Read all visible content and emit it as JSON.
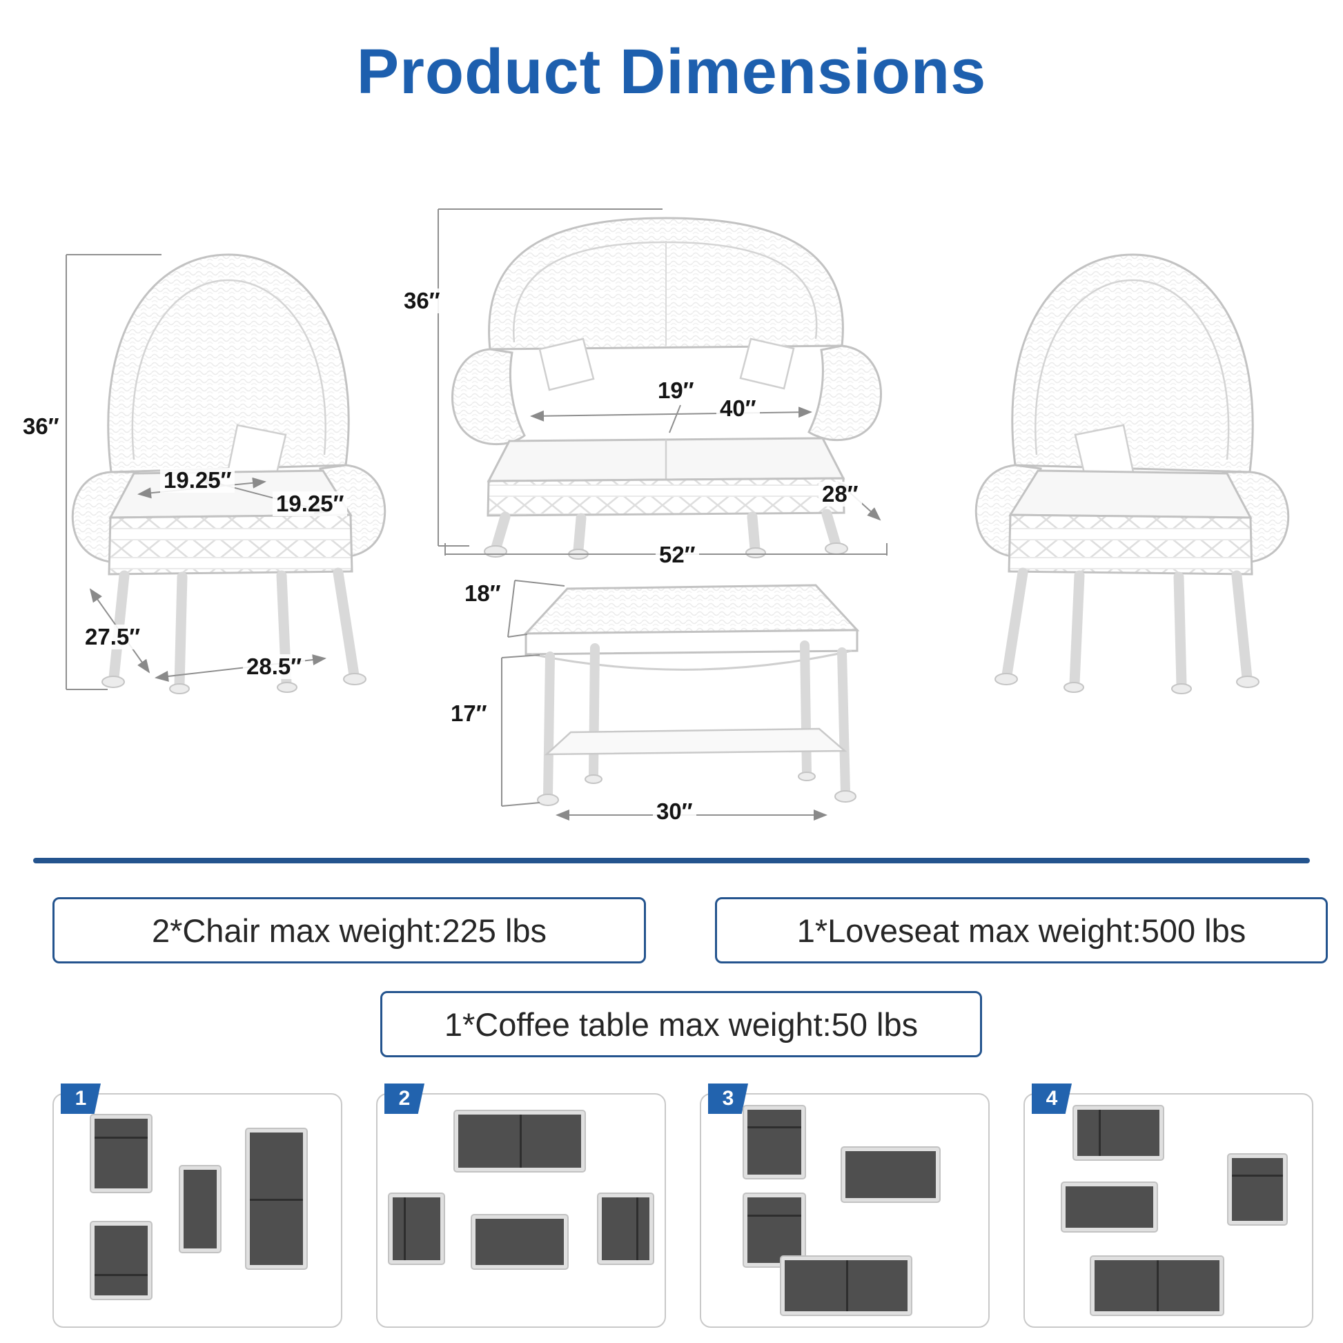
{
  "page": {
    "title": "Product Dimensions"
  },
  "colors": {
    "accent_blue": "#1d5fae",
    "border_navy": "#24548e",
    "piece_gray": "#4f4f4f"
  },
  "dimensions": {
    "chair": {
      "height": "36″",
      "seat_depth": "19.25″",
      "seat_width": "19.25″",
      "base_depth": "27.5″",
      "base_width": "28.5″"
    },
    "loveseat": {
      "height": "36″",
      "cushion_depth": "19″",
      "seat_width": "40″",
      "depth": "28″",
      "width": "52″"
    },
    "coffee_table": {
      "top_depth": "18″",
      "height": "17″",
      "width": "30″"
    }
  },
  "specs": {
    "chair": "2*Chair max weight:225 lbs",
    "loveseat": "1*Loveseat max weight:500 lbs",
    "table": "1*Coffee table max weight:50 lbs"
  },
  "layouts": [
    {
      "number": "1"
    },
    {
      "number": "2"
    },
    {
      "number": "3"
    },
    {
      "number": "4"
    }
  ]
}
